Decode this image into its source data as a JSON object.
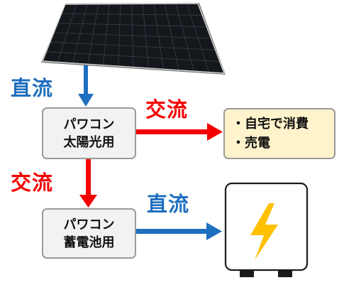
{
  "colors": {
    "dc": "#1f6fbf",
    "ac": "#f40000",
    "node_fill": "#f2f2f2",
    "use_fill": "#fff3cc",
    "battery_bolt": "#ffc000",
    "battery_outline": "#1a1a1a"
  },
  "labels": {
    "dc_top": "直流",
    "ac_right": "交流",
    "ac_left": "交流",
    "dc_bottom": "直流"
  },
  "nodes": {
    "solar_pcs": {
      "line1": "パワコン",
      "line2": "太陽光用"
    },
    "battery_pcs": {
      "line1": "パワコン",
      "line2": "蓄電池用"
    },
    "use": {
      "item1": "・自宅で消費",
      "item2": "・売電"
    }
  },
  "icons": {
    "solar_panel": "solar-panel-icon",
    "battery": "battery-unit-icon",
    "bolt": "lightning-bolt-icon"
  }
}
